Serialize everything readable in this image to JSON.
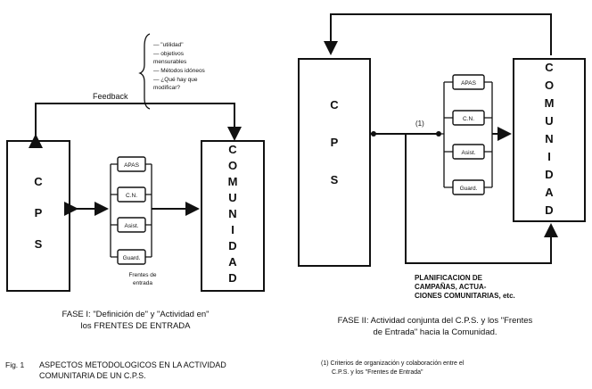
{
  "left": {
    "cps_letters": [
      "C",
      "P",
      "S"
    ],
    "comunidad_letters": [
      "C",
      "O",
      "M",
      "U",
      "N",
      "I",
      "D",
      "A",
      "D"
    ],
    "feedback_label": "Feedback",
    "brace_items": [
      "— \"utilidad\"",
      "— objetivos",
      "   mensurables",
      "— Métodos idóneos",
      "— ¿Qué hay que",
      "   modificar?"
    ],
    "frentes": [
      "APAS",
      "C.N.",
      "Asist.",
      "Guard."
    ],
    "frentes_label_1": "Frentes de",
    "frentes_label_2": "entrada",
    "caption_1": "FASE I: \"Definición de\" y \"Actividad en\"",
    "caption_2": "los FRENTES DE ENTRADA"
  },
  "right": {
    "cps_letters": [
      "C",
      "P",
      "S"
    ],
    "comunidad_letters": [
      "C",
      "O",
      "M",
      "U",
      "N",
      "I",
      "D",
      "A",
      "D"
    ],
    "marker": "(1)",
    "frentes": [
      "APAS",
      "C.N.",
      "Asist.",
      "Guard."
    ],
    "plan_1": "PLANIFICACION DE",
    "plan_2": "CAMPAÑAS, ACTUA-",
    "plan_3": "CIONES COMUNITARIAS, etc.",
    "caption_1": "FASE II: Actividad conjunta del C.P.S. y los \"Frentes",
    "caption_2": "de Entrada\" hacia la Comunidad."
  },
  "figure": {
    "fig_label": "Fig. 1",
    "title_1": "ASPECTOS METODOLOGICOS EN LA ACTIVIDAD",
    "title_2": "COMUNITARIA DE UN C.P.S.",
    "footnote_1": "(1) Criterios de organización y colaboración entre el",
    "footnote_2": "C.P.S. y los \"Frentes de Entrada\""
  }
}
